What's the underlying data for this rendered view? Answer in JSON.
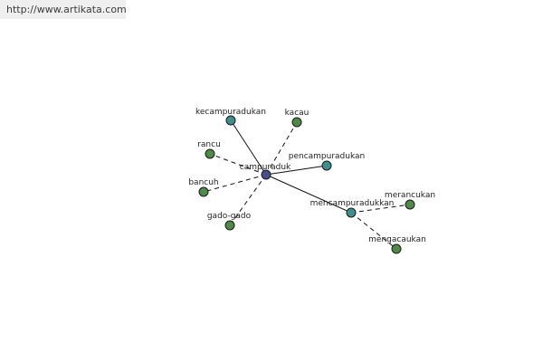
{
  "watermark": {
    "url_text": "http://www.artikata.com"
  },
  "colors": {
    "center_node": "#4a4f8c",
    "teal_node": "#3f8f8c",
    "green_node": "#4f8a48",
    "node_stroke": "#1a1a1a",
    "edge": "#111111"
  },
  "graph": {
    "nodes": [
      {
        "id": "campuraduk",
        "label": "campuraduk",
        "kind": "center"
      },
      {
        "id": "kecampuradukan",
        "label": "kecampuradukan",
        "kind": "teal"
      },
      {
        "id": "kacau",
        "label": "kacau",
        "kind": "green"
      },
      {
        "id": "rancu",
        "label": "rancu",
        "kind": "green"
      },
      {
        "id": "pencampuradukan",
        "label": "pencampuradukan",
        "kind": "teal"
      },
      {
        "id": "bancuh",
        "label": "bancuh",
        "kind": "green"
      },
      {
        "id": "gado-gado",
        "label": "gado-gado",
        "kind": "green"
      },
      {
        "id": "mencampuradukkan",
        "label": "mencampuradukkan",
        "kind": "teal"
      },
      {
        "id": "merancukan",
        "label": "merancukan",
        "kind": "green"
      },
      {
        "id": "mengacaukan",
        "label": "mengacaukan",
        "kind": "green"
      }
    ],
    "edges": [
      {
        "from": "campuraduk",
        "to": "kecampuradukan",
        "style": "solid"
      },
      {
        "from": "campuraduk",
        "to": "kacau",
        "style": "dashed"
      },
      {
        "from": "campuraduk",
        "to": "rancu",
        "style": "dashed"
      },
      {
        "from": "campuraduk",
        "to": "pencampuradukan",
        "style": "solid"
      },
      {
        "from": "campuraduk",
        "to": "bancuh",
        "style": "dashed"
      },
      {
        "from": "campuraduk",
        "to": "gado-gado",
        "style": "dashed"
      },
      {
        "from": "campuraduk",
        "to": "mencampuradukkan",
        "style": "solid"
      },
      {
        "from": "mencampuradukkan",
        "to": "merancukan",
        "style": "dashed"
      },
      {
        "from": "mencampuradukkan",
        "to": "mengacaukan",
        "style": "dashed"
      }
    ]
  }
}
